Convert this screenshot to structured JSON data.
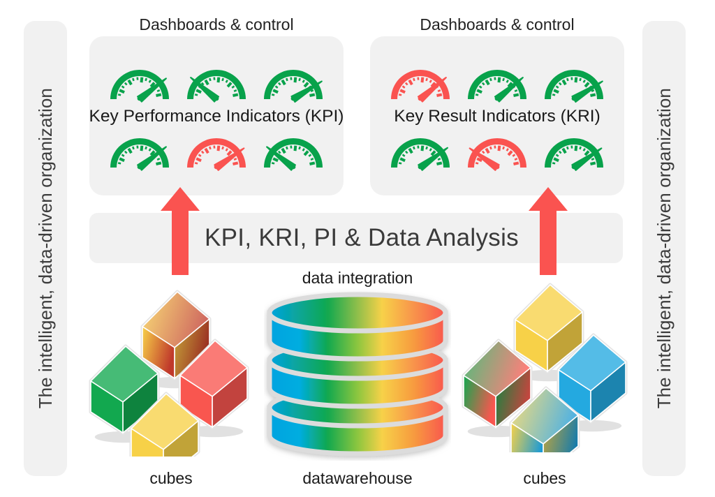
{
  "side_panels": {
    "left_text": "The intelligent, data-driven organization",
    "right_text": "The intelligent, data-driven organization"
  },
  "dashboards": [
    {
      "title": "Dashboards & control",
      "label": "Key Performance Indicators (KPI)",
      "gauges_top": [
        {
          "color": "#08a24b",
          "status": "green",
          "needle_deg": 52
        },
        {
          "color": "#08a24b",
          "status": "green",
          "needle_deg": -50
        },
        {
          "color": "#08a24b",
          "status": "green",
          "needle_deg": 58
        }
      ],
      "gauges_bottom": [
        {
          "color": "#08a24b",
          "status": "green",
          "needle_deg": 52
        },
        {
          "color": "#fa5350",
          "status": "red",
          "needle_deg": 55
        },
        {
          "color": "#08a24b",
          "status": "green",
          "needle_deg": -52
        }
      ]
    },
    {
      "title": "Dashboards & control",
      "label": "Key Result Indicators (KRI)",
      "gauges_top": [
        {
          "color": "#fa5350",
          "status": "red",
          "needle_deg": 50
        },
        {
          "color": "#08a24b",
          "status": "green",
          "needle_deg": 50
        },
        {
          "color": "#08a24b",
          "status": "green",
          "needle_deg": 58
        }
      ],
      "gauges_bottom": [
        {
          "color": "#08a24b",
          "status": "green",
          "needle_deg": 54
        },
        {
          "color": "#fa5350",
          "status": "red",
          "needle_deg": -55
        },
        {
          "color": "#08a24b",
          "status": "green",
          "needle_deg": 55
        }
      ]
    }
  ],
  "banner": {
    "text": "KPI, KRI, PI & Data Analysis",
    "arrow_color": "#fa5350",
    "arrow_count": 2
  },
  "bottom": {
    "data_integration_label": "data integration",
    "datawarehouse_label": "datawarehouse",
    "cubes_left_label": "cubes",
    "cubes_right_label": "cubes"
  },
  "colors": {
    "panel_bg": "#f1f1f1",
    "page_bg": "#ffffff",
    "green": "#08a24b",
    "red": "#fa5350",
    "yellow": "#f7d148",
    "blue": "#24a9e0",
    "text": "#1a1a1a"
  },
  "datawarehouse": {
    "segments": 3,
    "gradient_stops": [
      "#00a3e0",
      "#0ea5a0",
      "#12a84f",
      "#8cc63f",
      "#f7d148",
      "#f79b3f",
      "#f9564f"
    ]
  },
  "cubes_left": [
    {
      "name": "cube-rainbow",
      "type": "gradient",
      "top": "#f7d148",
      "left": "#f7d148",
      "right": "#c0392b"
    },
    {
      "name": "cube-green",
      "type": "solid",
      "color": "#12a84f"
    },
    {
      "name": "cube-red",
      "type": "solid",
      "color": "#f9564f"
    },
    {
      "name": "cube-yellow",
      "type": "solid",
      "color": "#f7d148"
    }
  ],
  "cubes_right": [
    {
      "name": "cube-yellow",
      "type": "solid",
      "color": "#f7d148"
    },
    {
      "name": "cube-green-red",
      "type": "gradient",
      "from": "#12a84f",
      "to": "#f9564f"
    },
    {
      "name": "cube-blue",
      "type": "solid",
      "color": "#24a9e0"
    },
    {
      "name": "cube-yellow-blue",
      "type": "gradient",
      "from": "#f7d148",
      "to": "#1b9ad6"
    }
  ]
}
